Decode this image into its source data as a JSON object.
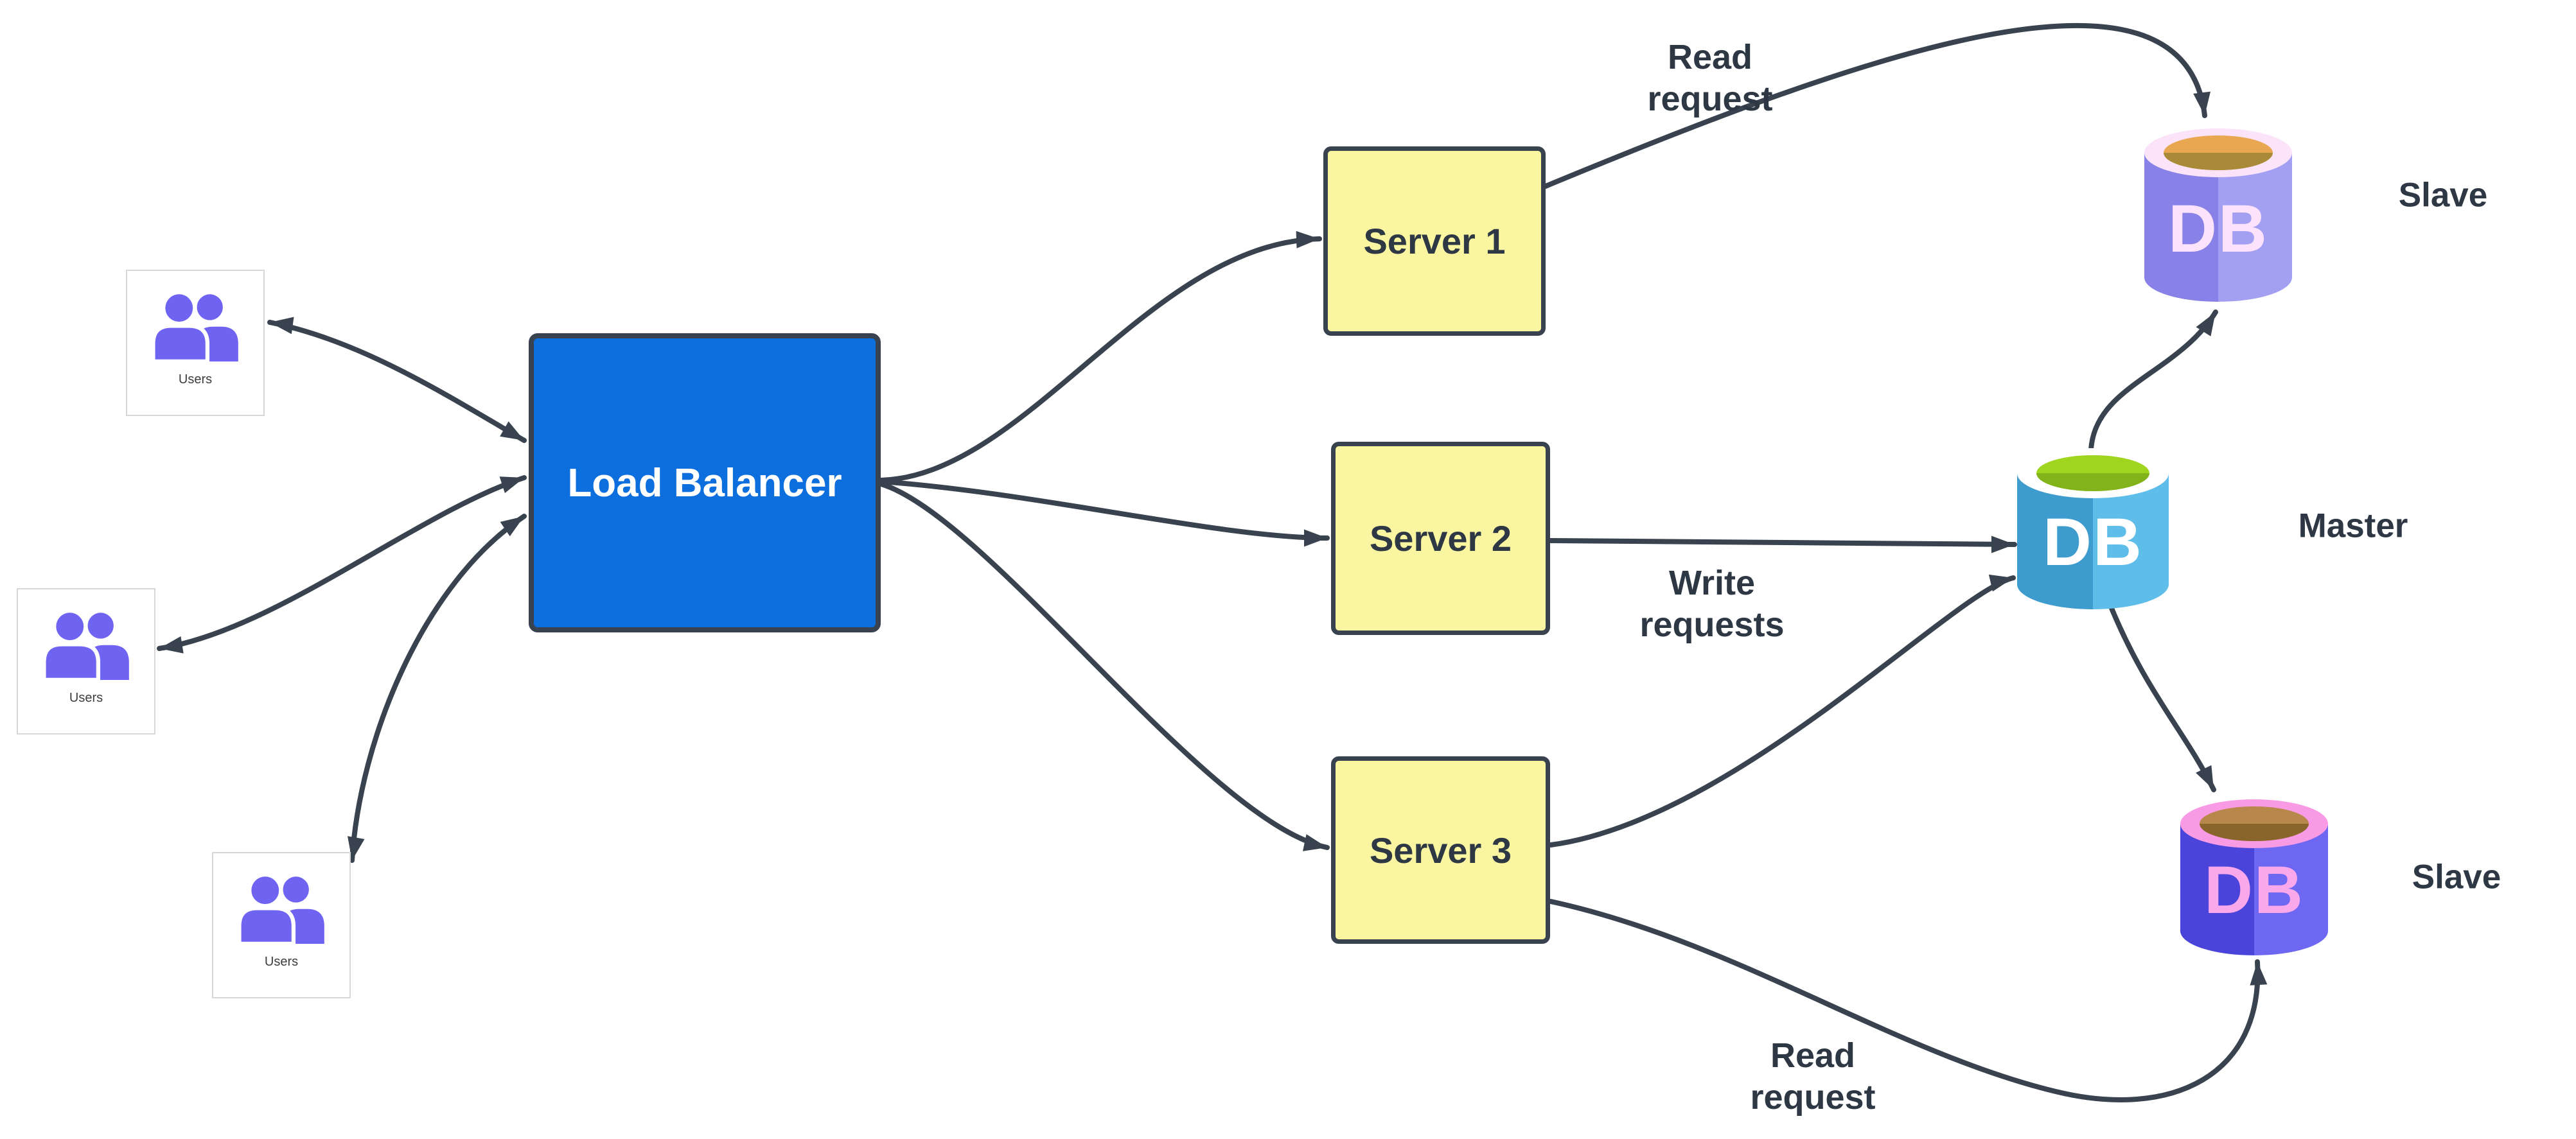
{
  "users_groups": [
    {
      "label": "Users"
    },
    {
      "label": "Users"
    },
    {
      "label": "Users"
    }
  ],
  "load_balancer": {
    "label": "Load Balancer"
  },
  "servers": [
    {
      "label": "Server 1"
    },
    {
      "label": "Server 2"
    },
    {
      "label": "Server 3"
    }
  ],
  "databases": [
    {
      "label": "DB",
      "role": "Slave"
    },
    {
      "label": "DB",
      "role": "Master"
    },
    {
      "label": "DB",
      "role": "Slave"
    }
  ],
  "edge_labels": [
    {
      "line1": "Read",
      "line2": "request"
    },
    {
      "line1": "Write",
      "line2": "requests"
    },
    {
      "line1": "Read",
      "line2": "request"
    }
  ],
  "colors": {
    "load_balancer_fill": "#0d6edd",
    "server_fill": "#faf5a0",
    "outline_and_connector": "#39434f",
    "users_icon": "#6f63f2",
    "db_slave_top_body_left": "#8781e8",
    "db_slave_top_body_right": "#a3a0f3",
    "db_slave_top_rim": "#fbe4f9",
    "db_slave_top_cap": "#e8a750",
    "db_master_body_left": "#3d9bce",
    "db_master_body_right": "#5fbde9",
    "db_master_rim": "#ffffff",
    "db_master_cap": "#9fd41f",
    "db_slave_bottom_body_left": "#4a44da",
    "db_slave_bottom_body_right": "#6e67f2",
    "db_slave_bottom_rim": "#f99ae5",
    "db_slave_bottom_cap": "#b8874b",
    "label_text": "#2d3844"
  }
}
